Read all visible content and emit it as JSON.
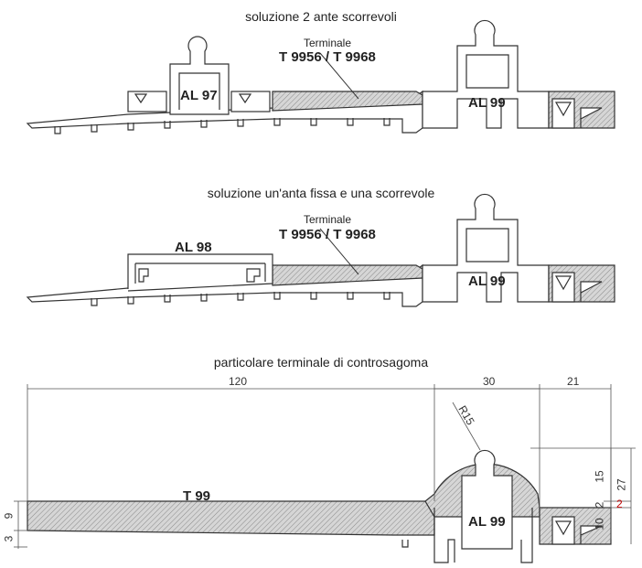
{
  "sections": [
    {
      "title": "soluzione 2 ante scorrevoli"
    },
    {
      "title": "soluzione un'anta fissa e una scorrevole"
    },
    {
      "title": "particolare terminale di controsagoma"
    }
  ],
  "labels": {
    "terminale_word": "Terminale",
    "terminale_codes": "T 9956 / T 9968",
    "al97": "AL 97",
    "al98": "AL 98",
    "al99": "AL 99",
    "t99": "T 99"
  },
  "dimensions": {
    "d120": "120",
    "d30": "30",
    "d21": "21",
    "r15": "R15",
    "d15": "15",
    "d27": "27",
    "d2a": "2",
    "d2b": "2",
    "d10": "10",
    "d9": "9",
    "d3": "3"
  },
  "colors": {
    "hatch": "#9a9a9a",
    "line": "#333333",
    "dimred": "#c00000"
  }
}
